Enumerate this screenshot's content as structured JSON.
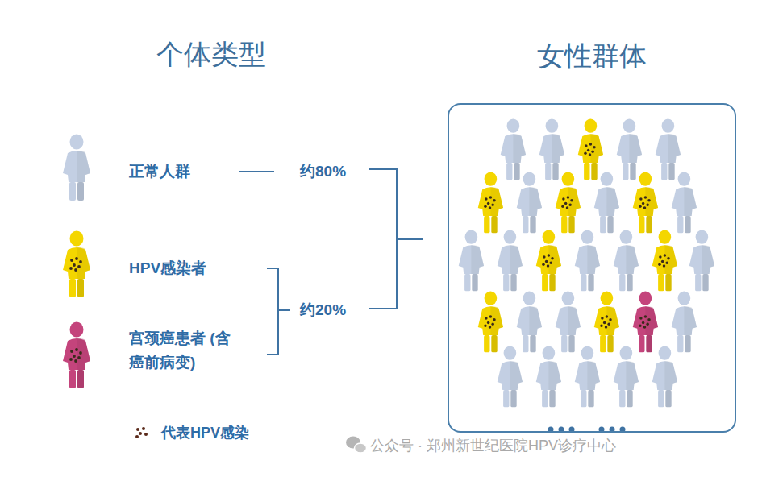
{
  "diagram": {
    "nodes": [
      {
        "text": [
          "女性群体"
        ]
      }
    ],
    "labels": [
      "个体类型",
      "约80%",
      "约20%",
      "公众号 · 郑州新世纪医院HPV诊疗中心"
    ],
    "legend": [
      {
        "text": "正常人群",
        "color": "#c3cfe3"
      },
      {
        "text": "HPV感染者",
        "color": "#f4d600"
      },
      {
        "text": "宫颈癌患者 (含癌前病变)",
        "color": "#c4447c"
      },
      {
        "text": "代表HPV感染"
      }
    ]
  }
}
